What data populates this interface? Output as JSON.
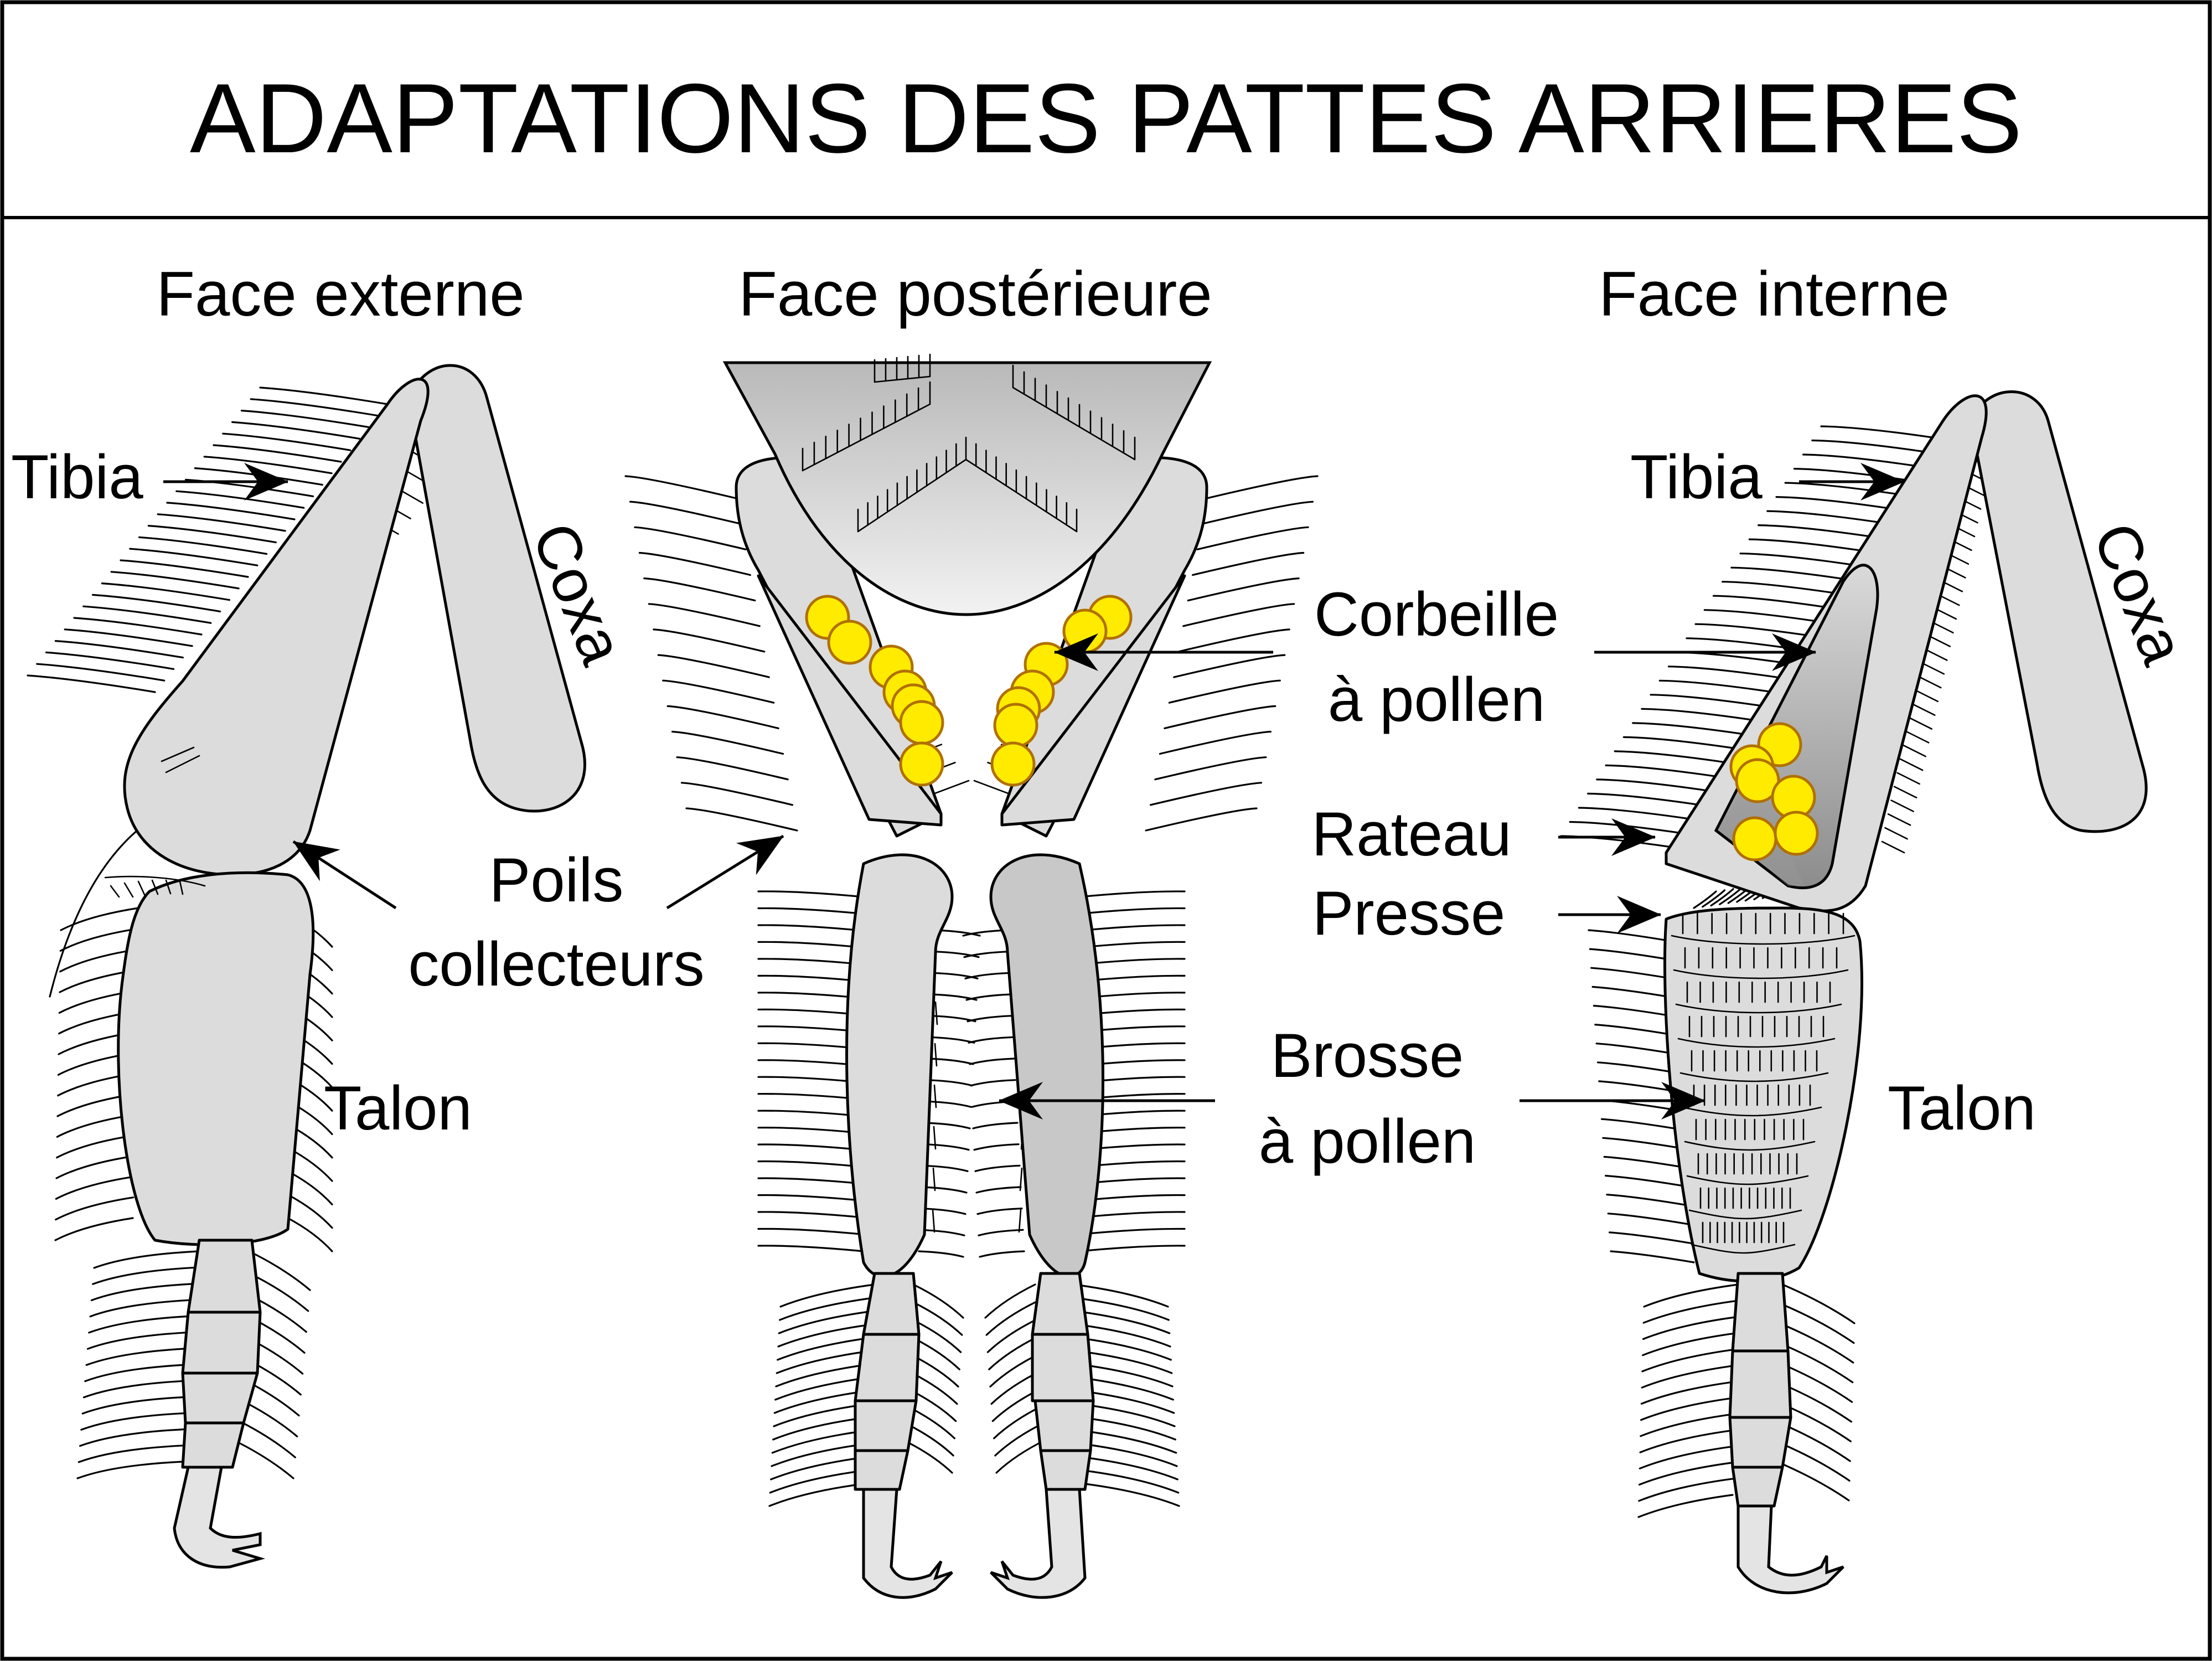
{
  "title": "ADAPTATIONS DES PATTES ARRIERES",
  "panels": {
    "external": {
      "heading": "Face externe",
      "tibia": "Tibia",
      "coxa": "Coxa",
      "talon": "Talon"
    },
    "posterior": {
      "heading": "Face postérieure"
    },
    "internal": {
      "heading": "Face interne",
      "tibia": "Tibia",
      "coxa": "Coxa",
      "talon": "Talon"
    }
  },
  "labels": {
    "poils": "Poils",
    "collecteurs": "collecteurs",
    "corbeille_1": "Corbeille",
    "corbeille_2": "à pollen",
    "rateau": "Rateau",
    "presse": "Presse",
    "brosse_1": "Brosse",
    "brosse_2": "à pollen"
  },
  "colors": {
    "leg_fill": "#dcdcdc",
    "pollen": "#ffeb00",
    "pollen_edge": "#b07000",
    "ink": "#000000"
  }
}
